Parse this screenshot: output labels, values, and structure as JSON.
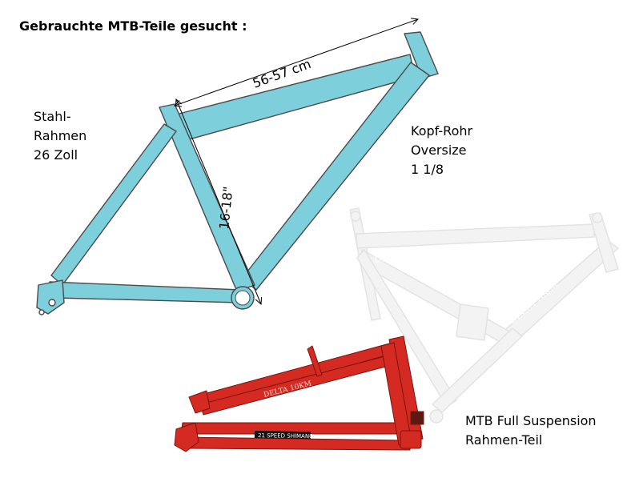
{
  "title": "Gebrauchte MTB-Teile gesucht :",
  "steel_frame": {
    "line1": "Stahl-",
    "line2": "Rahmen",
    "line3": "26 Zoll"
  },
  "head_tube": {
    "line1": "Kopf-Rohr",
    "line2": "Oversize",
    "line3": "1 1/8"
  },
  "full_suspension": {
    "line1": "MTB Full Suspension",
    "line2": "Rahmen-Teil"
  },
  "dimensions": {
    "top_tube": "56-57 cm",
    "seat_tube": "16-18\""
  },
  "frame_decals": {
    "red_top": "DELTA 10KM",
    "red_down": "21 SPEED SHIMANO",
    "white_top": "DELTA 10KM",
    "white_mid": "800 GS",
    "white_down": "DELTA 10KM"
  },
  "colors": {
    "steel_frame_fill": "#7ecfdc",
    "outline": "#4a4a4a",
    "red_frame": "#d42a22",
    "white_frame": "#f1f1f1"
  }
}
